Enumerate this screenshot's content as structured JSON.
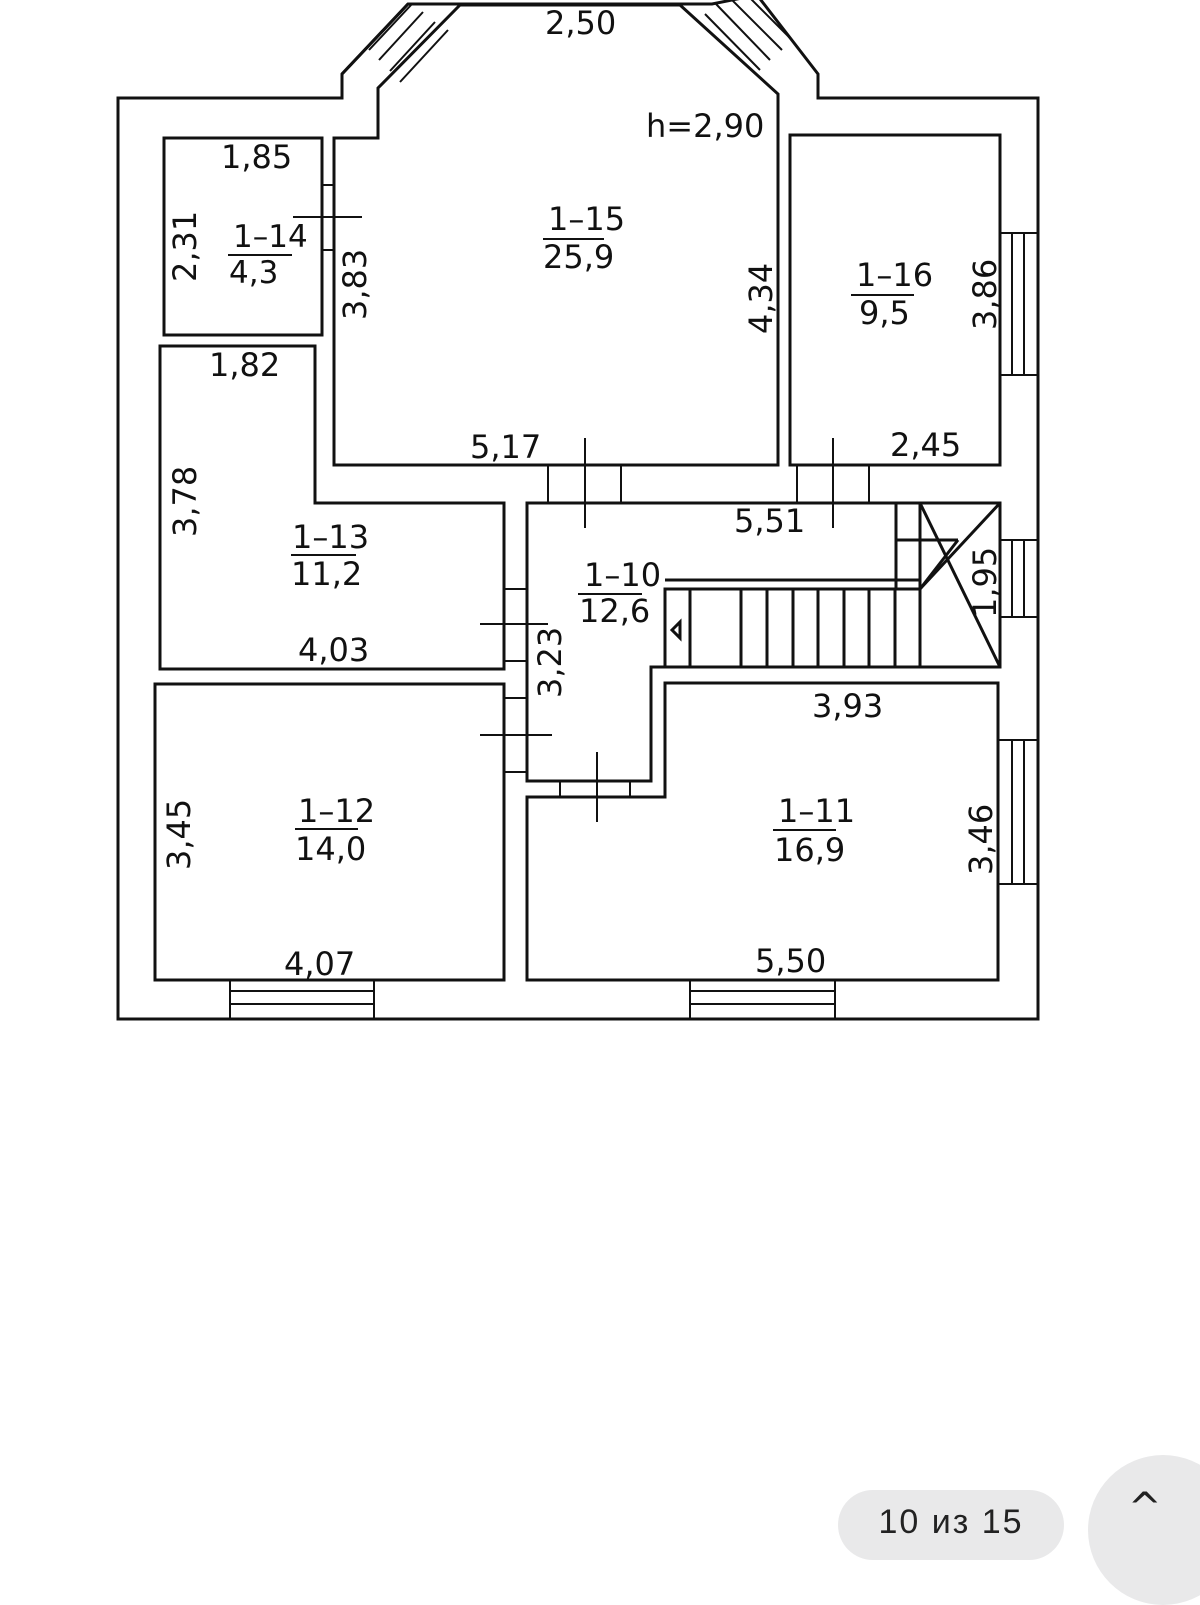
{
  "plan": {
    "ceiling_height": "h=2,90",
    "rooms": [
      {
        "id": "1–10",
        "area": "12,6"
      },
      {
        "id": "1–11",
        "area": "16,9"
      },
      {
        "id": "1–12",
        "area": "14,0"
      },
      {
        "id": "1–13",
        "area": "11,2"
      },
      {
        "id": "1–14",
        "area": "4,3"
      },
      {
        "id": "1–15",
        "area": "25,9"
      },
      {
        "id": "1–16",
        "area": "9,5"
      }
    ],
    "dimensions": {
      "top_bay": "2,50",
      "r14_width": "1,85",
      "r14_height": "2,31",
      "r15_left": "3,83",
      "r15_right": "4,34",
      "r15_bottom": "5,17",
      "r16_right": "3,86",
      "r16_bottom": "2,45",
      "r13_top": "1,82",
      "r13_left": "3,78",
      "r13_bottom": "4,03",
      "r10_top": "5,51",
      "stair_side": "1,95",
      "r10_left": "3,23",
      "r11_top": "3,93",
      "r11_right": "3,46",
      "r11_bottom": "5,50",
      "r12_left": "3,45",
      "r12_bottom": "4,07"
    }
  },
  "viewer": {
    "counter": "10 из 15",
    "up_icon": "^"
  }
}
